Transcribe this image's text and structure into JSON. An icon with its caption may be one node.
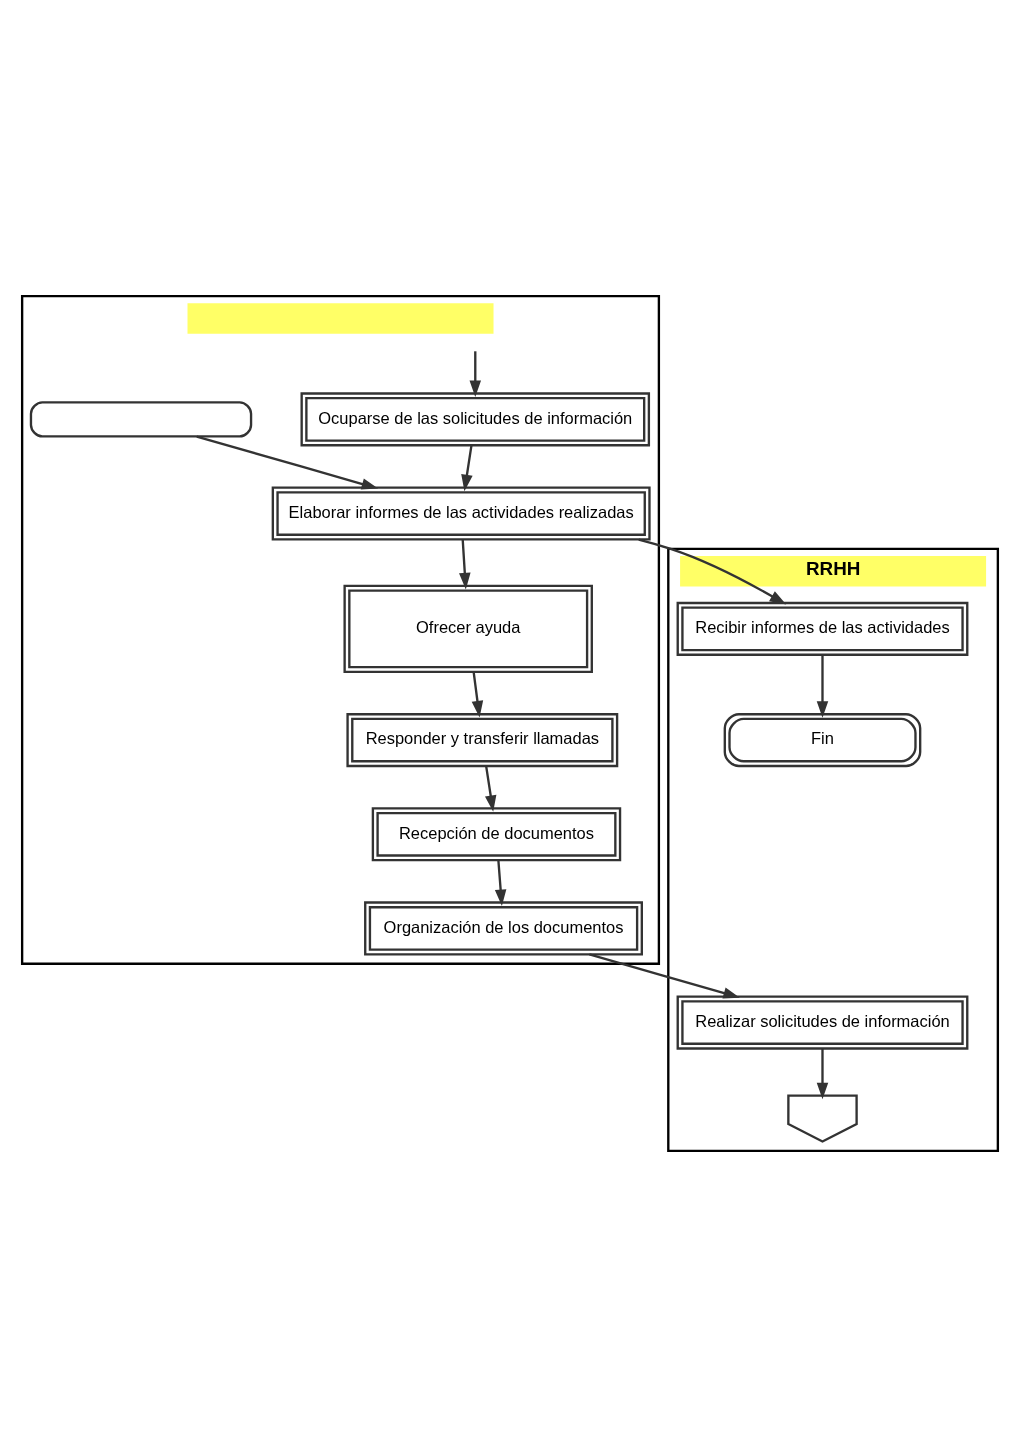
{
  "diagram": {
    "nodes": [
      {
        "text": [],
        "shape": "box"
      },
      {
        "text": [
          "RRHH"
        ]
      },
      {
        "text": [
          "Ocuparse de las solicitudes de información"
        ],
        "in": 0
      },
      {
        "text": [],
        "shape": "box",
        "in": 0
      },
      {
        "text": [
          "Elaborar informes de las actividades realizadas"
        ],
        "in": 0
      },
      {
        "text": [
          "Recibir informes de las actividades"
        ],
        "in": 1
      },
      {
        "text": [
          "Fin"
        ],
        "in": 1
      },
      {
        "text": [
          "Ofrecer ayuda"
        ],
        "in": 0
      },
      {
        "text": [
          "Responder y transferir llamadas"
        ],
        "in": 0
      },
      {
        "text": [
          "Recepción de documentos"
        ],
        "in": 0
      },
      {
        "text": [
          "Organización de los documentos"
        ],
        "in": 0
      },
      {
        "text": [
          "Realizar solicitudes de información"
        ],
        "in": 1
      },
      {
        "text": [],
        "shape": "pentagon",
        "in": 1
      }
    ],
    "edges": [
      {
        "from": null,
        "to": 2,
        "arrow": "to"
      },
      {
        "from": 3,
        "to": 4,
        "arrow": "to"
      },
      {
        "from": 2,
        "to": 4,
        "arrow": "to"
      },
      {
        "from": 4,
        "to": 5,
        "arrow": "to"
      },
      {
        "from": 5,
        "to": 6,
        "arrow": "to"
      },
      {
        "from": 4,
        "to": 7,
        "arrow": "to"
      },
      {
        "from": 7,
        "to": 8,
        "arrow": "to"
      },
      {
        "from": 8,
        "to": 9,
        "arrow": "to"
      },
      {
        "from": 9,
        "to": 10,
        "arrow": "to"
      },
      {
        "from": 10,
        "to": 11,
        "arrow": "to"
      },
      {
        "from": 11,
        "to": 12,
        "arrow": "to"
      }
    ]
  }
}
